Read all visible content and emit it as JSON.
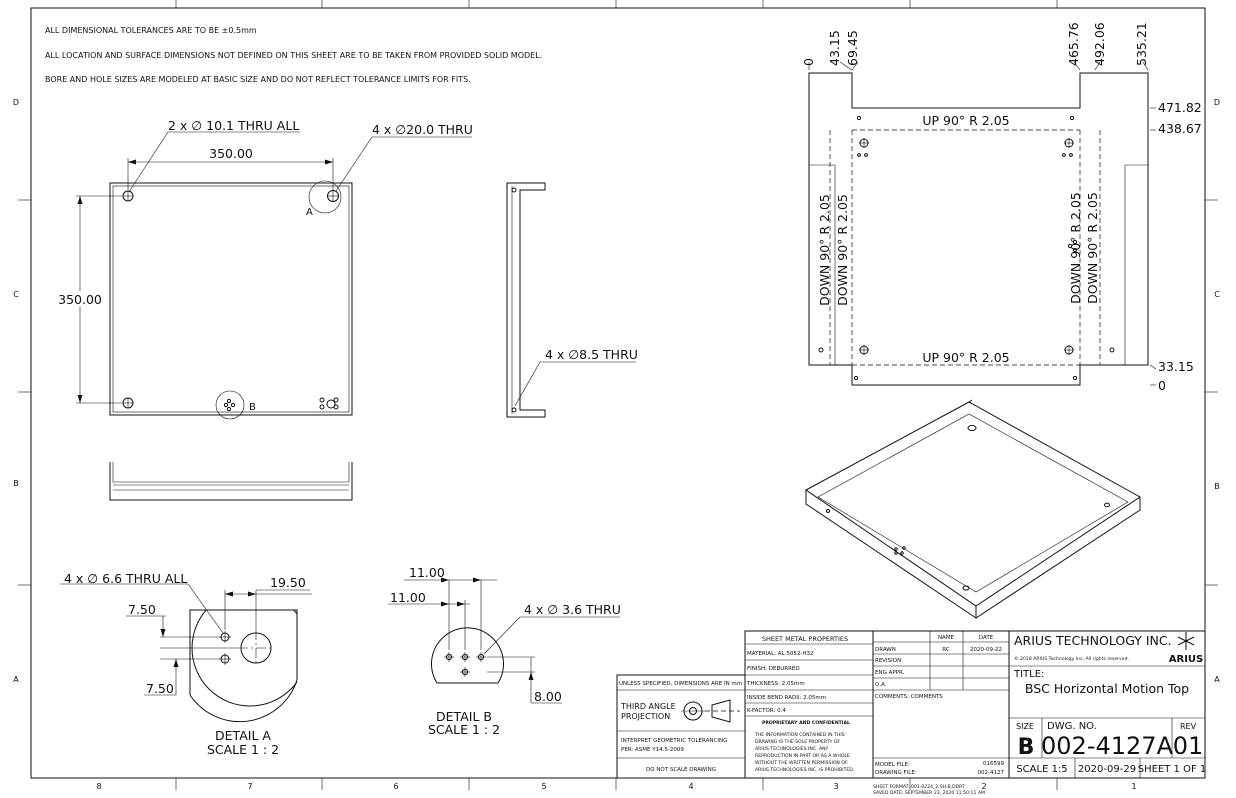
{
  "notes": [
    "ALL DIMENSIONAL TOLERANCES ARE TO BE ±0.5mm",
    "ALL LOCATION AND SURFACE DIMENSIONS NOT DEFINED ON THIS SHEET ARE TO BE TAKEN FROM PROVIDED SOLID MODEL.",
    "BORE AND HOLE SIZES ARE MODELED AT BASIC SIZE AND DO NOT REFLECT TOLERANCE LIMITS FOR FITS."
  ],
  "zones": {
    "cols": [
      "8",
      "7",
      "6",
      "5",
      "4",
      "3",
      "2",
      "1"
    ],
    "rows": [
      "D",
      "C",
      "B",
      "A"
    ]
  },
  "front_view": {
    "hole_note_1": "2 x ∅ 10.1 THRU ALL",
    "hole_note_2": "4 x ∅20.0 THRU",
    "width": "350.00",
    "height": "350.00",
    "detail_a_label": "A",
    "detail_b_label": "B"
  },
  "side_view": {
    "hole_note": "4 x ∅8.5 THRU"
  },
  "flat_pattern": {
    "top_dims": [
      "0",
      "43.15",
      "69.45",
      "465.76",
      "492.06",
      "535.21"
    ],
    "right_dims": [
      "471.82",
      "438.67",
      "33.15",
      "0"
    ],
    "bend_up_top": "UP  90°  R 2.05",
    "bend_up_bottom": "UP  90°  R 2.05",
    "bend_down_l1": "DOWN  90°  R 2.05",
    "bend_down_l2": "DOWN  90°  R 2.05",
    "bend_down_r1": "DOWN  90°  R 2.05",
    "bend_down_r2": "DOWN  90°  R 2.05"
  },
  "detail_a": {
    "hole_note": "4 x ∅ 6.6 THRU ALL",
    "dim_1950": "19.50",
    "dim_750_top": "7.50",
    "dim_750_bot": "7.50",
    "title": "DETAIL A",
    "scale": "SCALE 1 : 2"
  },
  "detail_b": {
    "dim_1100_top": "11.00",
    "dim_1100_bot": "11.00",
    "hole_note": "4 x ∅ 3.6 THRU",
    "dim_800": "8.00",
    "title": "DETAIL B",
    "scale": "SCALE 1 : 2"
  },
  "title_block": {
    "sm_header": "SHEET METAL PROPERTIES",
    "material": "MATERIAL: AL 5052-H32",
    "finish": "FINISH: DEBURRED",
    "thickness": "THICKNESS: 2.05mm",
    "bend_radii": "INSIDE BEND RADII: 2.05mm",
    "kfactor": "K-FACTOR: 0.4",
    "units": "UNLESS SPECIFIED, DIMENSIONS ARE IN mm",
    "projection": "THIRD ANGLE PROJECTION",
    "projection_l1": "THIRD ANGLE",
    "projection_l2": "PROJECTION",
    "gdt_l1": "INTERPRET GEOMETRIC TOLERANCING",
    "gdt_l2": "PER: ASME Y14.5-2009",
    "do_not_scale": "DO NOT SCALE DRAWING",
    "prop_title": "PROPRIETARY AND CONFIDENTIAL",
    "prop_lines": [
      "THE INFORMATION CONTAINED IN THIS",
      "DRAWING IS THE SOLE PROPERTY OF",
      "ARIUS TECHNOLOGIES INC.  ANY",
      "REPRODUCTION IN PART OR AS A WHOLE",
      "WITHOUT THE WRITTEN PERMISSION OF",
      "ARIUS TECHNOLOGIES INC. IS PROHIBITED."
    ],
    "name_hdr": "NAME",
    "date_hdr": "DATE",
    "drawn_lbl": "DRAWN",
    "drawn_name": "RC",
    "drawn_date": "2020-09-22",
    "revision_lbl": "REVISION",
    "eng_lbl": "ENG APPR.",
    "qa_lbl": "Q.A.",
    "comments": "COMMENTS: COMMENTS",
    "model_file_lbl": "MODEL FILE:",
    "model_file": "016599",
    "drawing_file_lbl": "DRAWING FILE:",
    "drawing_file": "002-4127",
    "company": "ARIUS TECHNOLOGY INC.",
    "copyright": "© 2018 ARIUS Technology Inc.  All rights reserved.",
    "logo_text": "ARIUS",
    "title_lbl": "TITLE:",
    "title": "BSC Horizontal Motion Top",
    "size_lbl": "SIZE",
    "size": "B",
    "dwg_lbl": "DWG. NO.",
    "dwg_no": "002-4127A",
    "rev_lbl": "REV",
    "rev": "01",
    "scale": "SCALE 1:5",
    "date": "2020-09-29",
    "sheet": "SHEET 1 OF 1",
    "sheet_format": "SHEET FORMAT: 001-0224_2.SH.B.DDRT",
    "saved": "SAVED DATE: SEPTEMBER 23, 2020  11:50:11 AM"
  }
}
